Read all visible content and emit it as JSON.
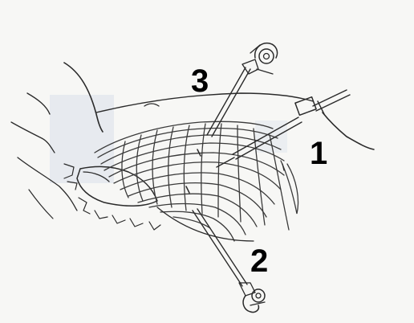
{
  "labels": {
    "port_1": "1",
    "port_2": "2",
    "port_3": "3"
  },
  "colors": {
    "ink": "#2a2a2a",
    "paper": "#f7f7f5",
    "shadow": "#c9d2e6",
    "skin": "#c79a86"
  }
}
